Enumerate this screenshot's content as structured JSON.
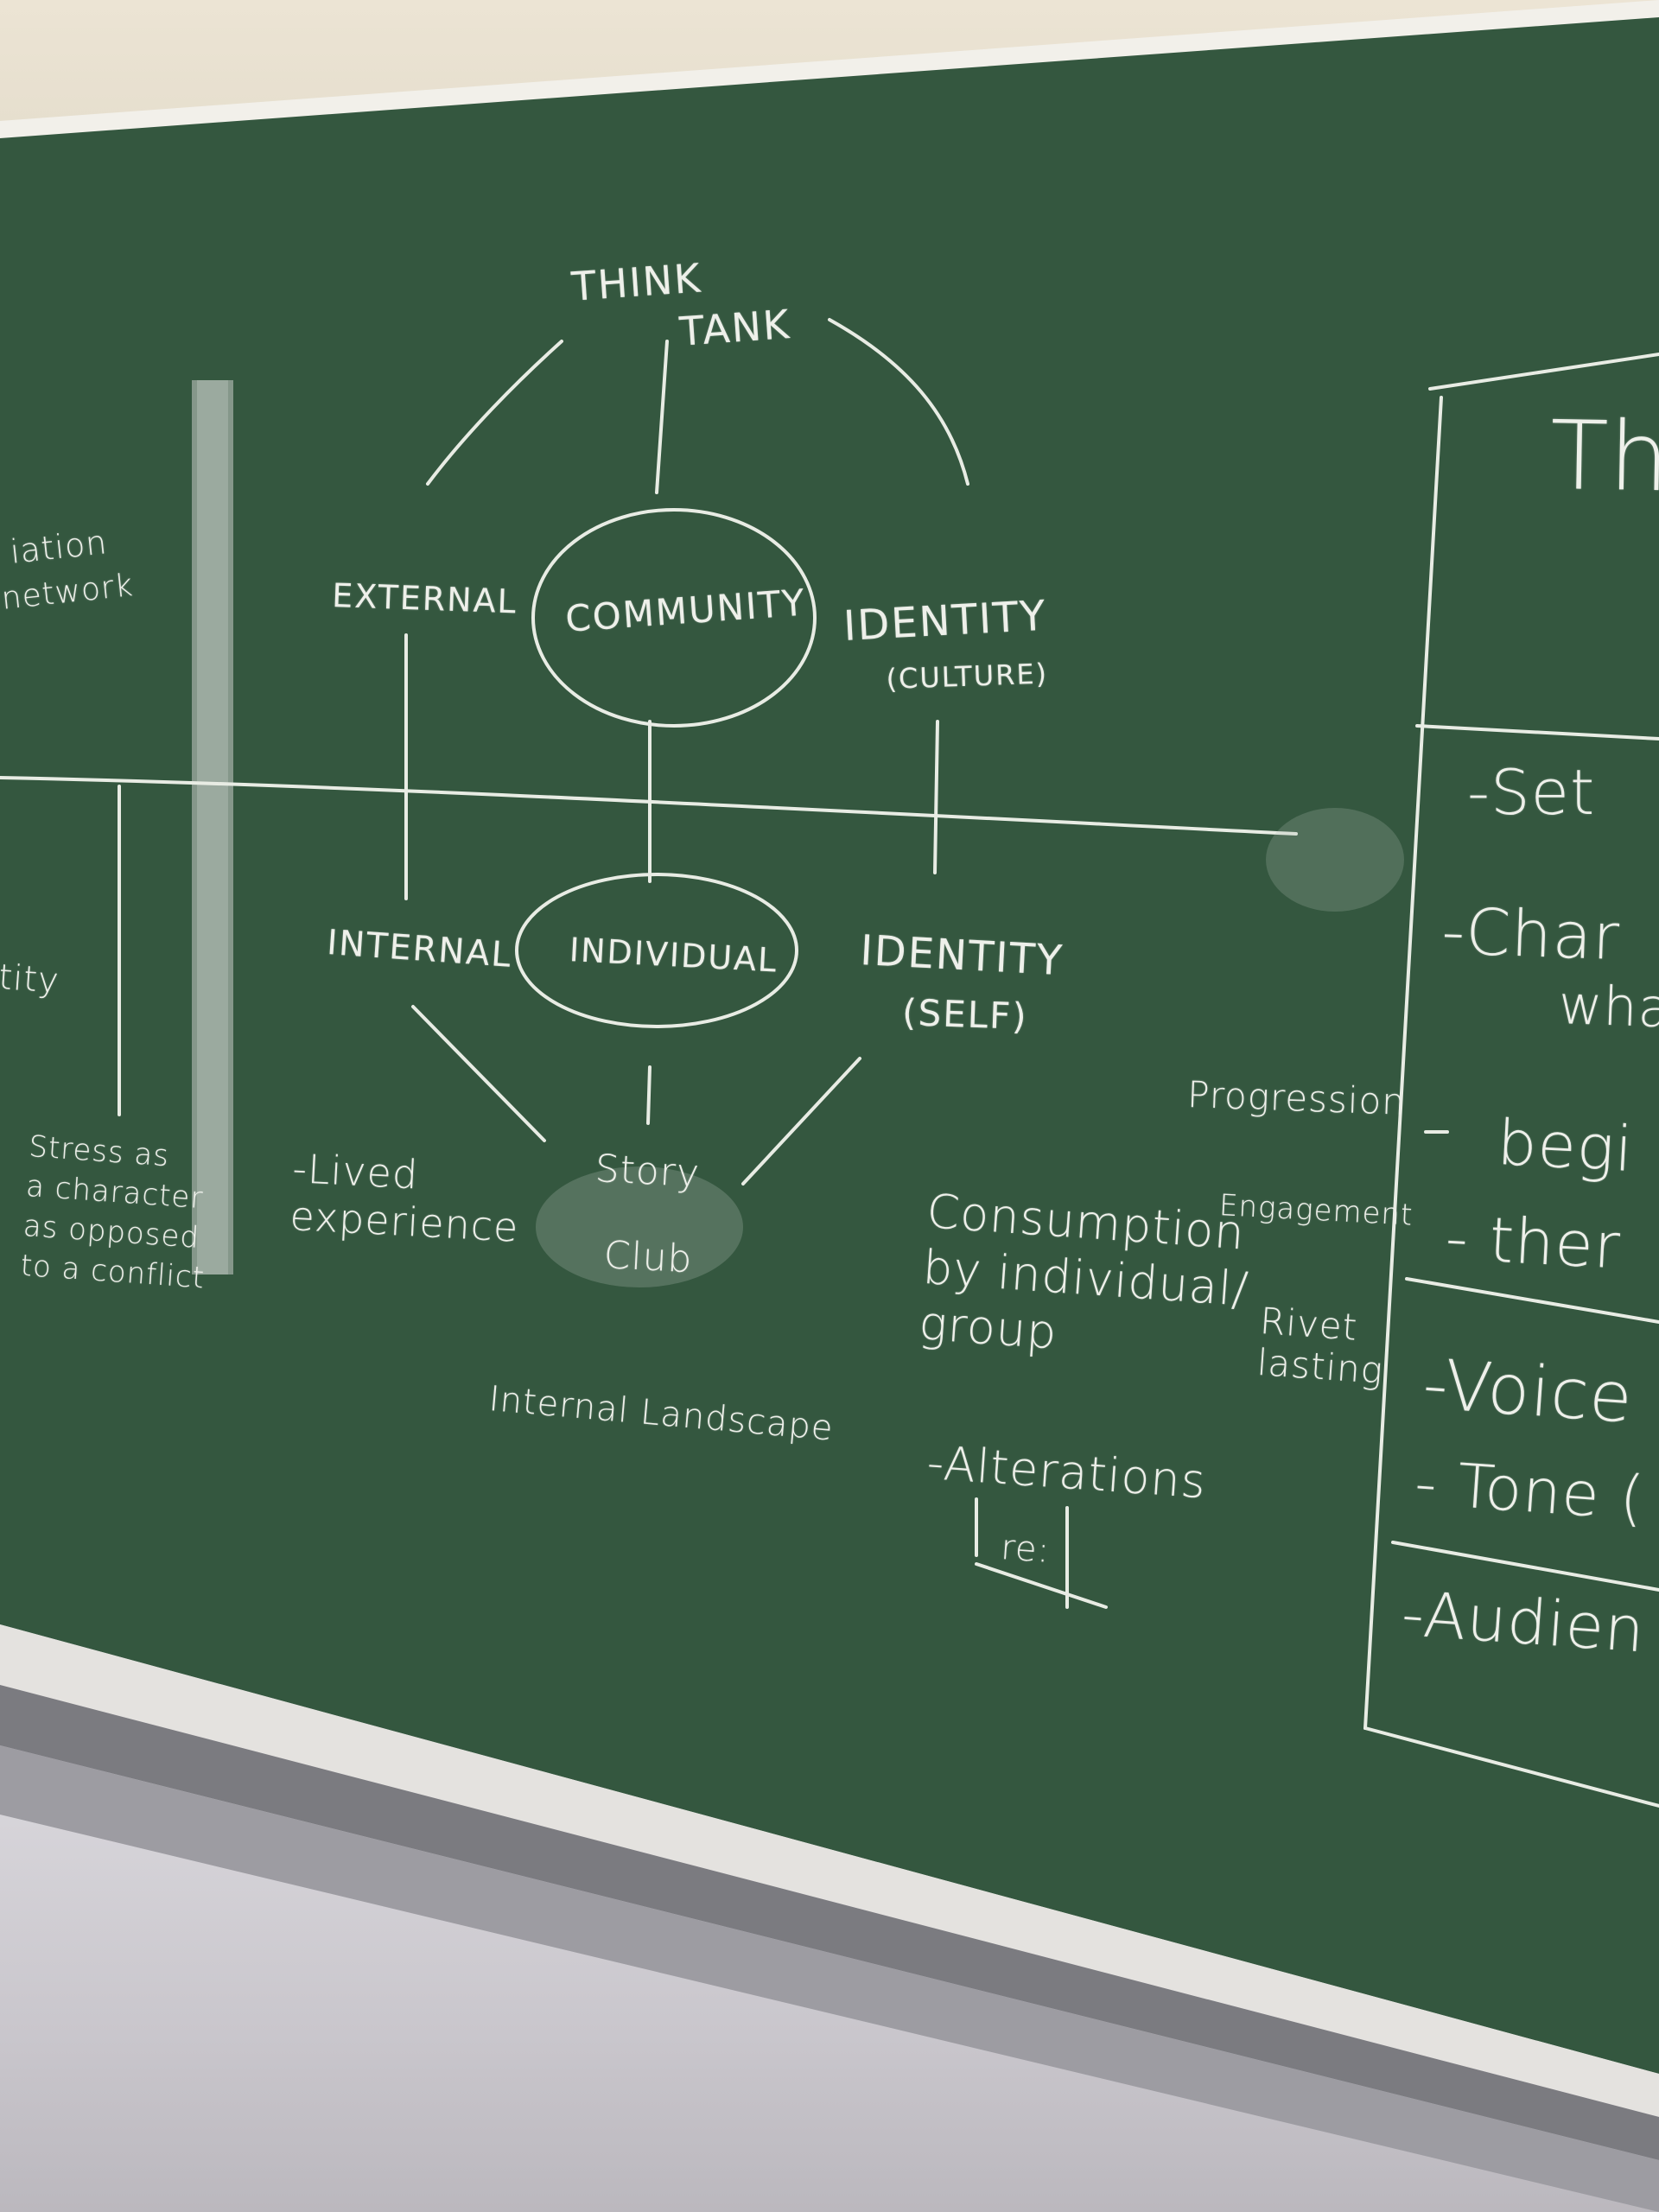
{
  "board": {
    "colors": {
      "chalkboard": "#34573f",
      "chalk": "#eef0ea",
      "frame": "#f2f0ea",
      "wall": "#e8e0cf"
    },
    "diagram": {
      "top_label_line1": "THINK",
      "top_label_line2": "TANK",
      "upper_left": "EXTERNAL",
      "upper_center": "COMMUNITY",
      "upper_right": "IDENTITY",
      "upper_right_sub": "(CULTURE)",
      "lower_left": "INTERNAL",
      "lower_center": "INDIVIDUAL",
      "lower_right": "IDENTITY",
      "lower_right_sub": "(SELF)",
      "bottom_center_line1": "Story",
      "bottom_center_line2": "Club",
      "bottom_caption": "Internal Landscape"
    },
    "left_edge": {
      "fragment_1": "iation",
      "fragment_2": "network",
      "fragment_3": "tity",
      "note": "Stress as\na character\nas opposed\nto a conflict"
    },
    "notes": {
      "lived_experience": "-Lived\nexperience",
      "consumption": "Consumption\nby individual/\ngroup",
      "alterations": "-Alterations",
      "re": "re:",
      "progression": "Progression",
      "engagement": "Engagement",
      "rivet_lasting": "Rivet\nlasting"
    },
    "table": {
      "header_fragment": "Th",
      "rows": [
        "-Set",
        "-Char",
        "wha",
        "begi",
        "- ther",
        "-Voice",
        "- Tone (",
        "-Audien"
      ]
    }
  }
}
